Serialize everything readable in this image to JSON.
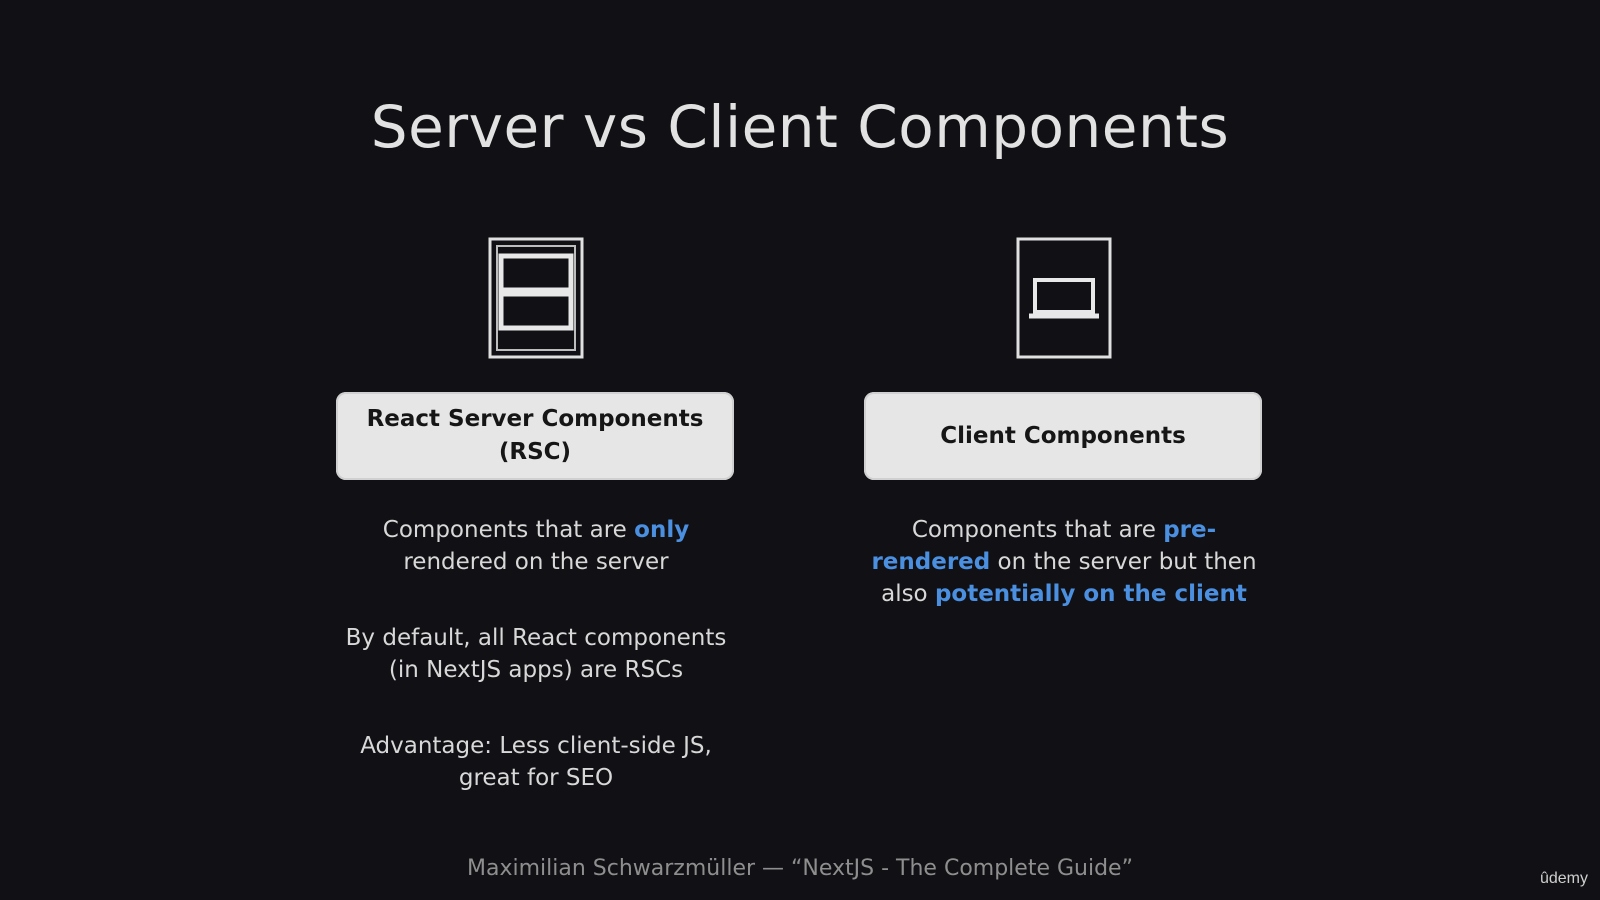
{
  "title": "Server vs Client Components",
  "left": {
    "icon": "server-icon",
    "box_title_line1": "React Server Components",
    "box_title_line2": "(RSC)",
    "desc1": {
      "part1": "Components that are ",
      "highlight": "only",
      "part2": "rendered on the server"
    },
    "desc2_line1": "By default, all React components",
    "desc2_line2": "(in NextJS apps) are RSCs",
    "desc3_line1": "Advantage: Less client-side JS,",
    "desc3_line2": "great for SEO"
  },
  "right": {
    "icon": "laptop-icon",
    "box_title": "Client Components",
    "desc1": {
      "part1": "Components that are ",
      "highlight1": "pre-rendered",
      "part2": " on the server but then also ",
      "highlight2": "potentially on the client"
    }
  },
  "footer": "Maximilian Schwarzmüller — “NextJS - The Complete Guide”",
  "brand": "ûdemy",
  "colors": {
    "background": "#111014",
    "highlight": "#4a8fe0",
    "box": "#e6e6e6"
  }
}
